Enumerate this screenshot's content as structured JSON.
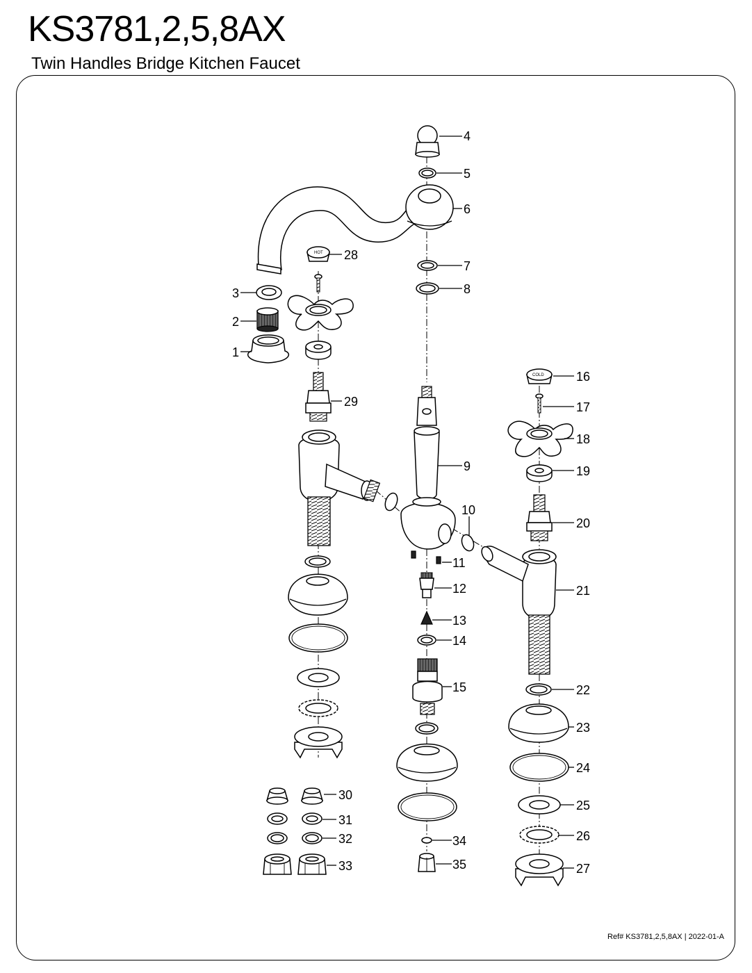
{
  "header": {
    "model": "KS3781,2,5,8AX",
    "description": "Twin Handles Bridge Kitchen Faucet"
  },
  "caps": {
    "hot": "HOT",
    "cold": "COLD"
  },
  "footer": {
    "reference": "Ref# KS3781,2,5,8AX | 2022-01-A"
  },
  "parts": [
    "1",
    "2",
    "3",
    "4",
    "5",
    "6",
    "7",
    "8",
    "9",
    "10",
    "11",
    "12",
    "13",
    "14",
    "15",
    "16",
    "17",
    "18",
    "19",
    "20",
    "21",
    "22",
    "23",
    "24",
    "25",
    "26",
    "27",
    "28",
    "29",
    "30",
    "31",
    "32",
    "33",
    "34",
    "35"
  ]
}
